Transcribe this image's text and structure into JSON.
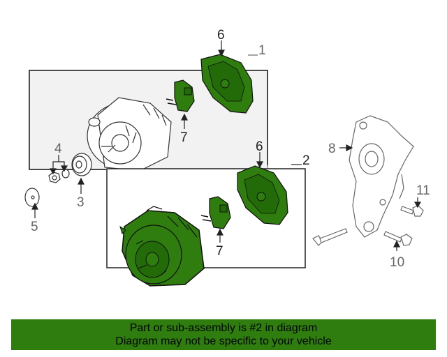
{
  "diagram": {
    "callouts": {
      "c1": "1",
      "c2": "2",
      "c3": "3",
      "c4": "4",
      "c5": "5",
      "c6a": "6",
      "c6b": "6",
      "c7a": "7",
      "c7b": "7",
      "c8": "8",
      "c10": "10",
      "c11": "11"
    },
    "colors": {
      "highlight": "#2e7d0e",
      "part_dark": "#1f5f0a",
      "box_fill": "#f2f2f2",
      "line": "#222222"
    }
  },
  "banner": {
    "line1": "Part or sub-assembly is #2 in diagram",
    "line2": "Diagram may not be specific to your vehicle"
  }
}
